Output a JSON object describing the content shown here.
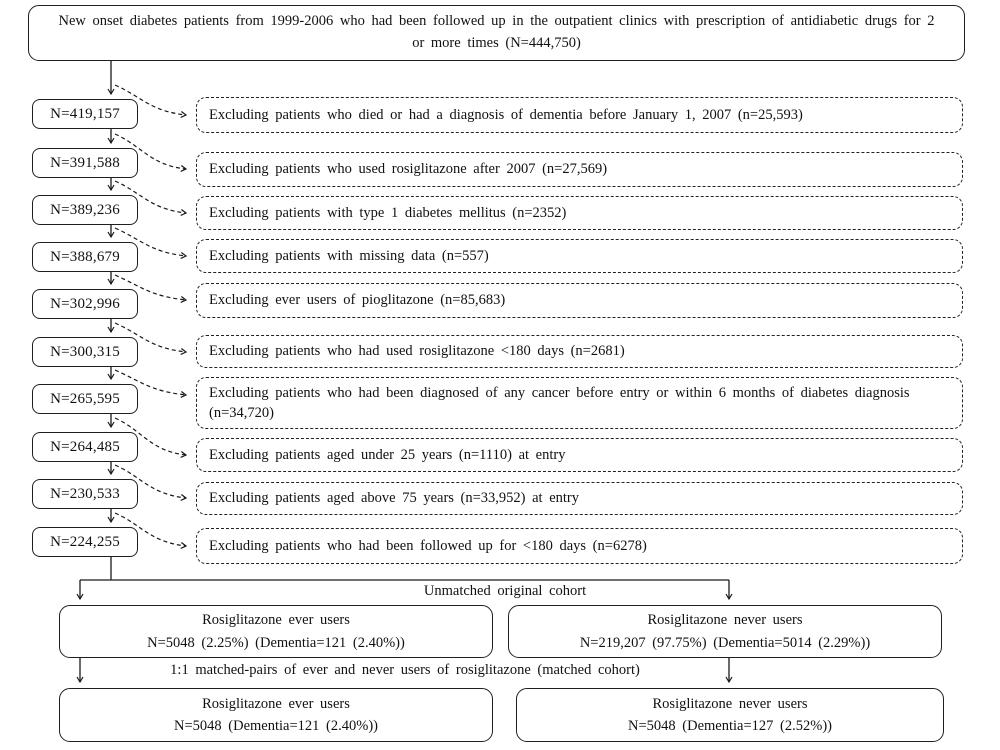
{
  "colors": {
    "line": "#1a1a1a",
    "background": "#ffffff",
    "text": "#111111"
  },
  "source_box": {
    "text": "New onset diabetes patients from 1999-2006 who had been followed up in the outpatient clinics with prescription of antidiabetic drugs for 2 or more times (N=444,750)"
  },
  "rows": [
    {
      "n": "N=419,157",
      "exclusion": "Excluding patients who died or had a diagnosis of dementia before January 1, 2007 (n=25,593)"
    },
    {
      "n": "N=391,588",
      "exclusion": "Excluding patients who used rosiglitazone after 2007 (n=27,569)"
    },
    {
      "n": "N=389,236",
      "exclusion": "Excluding patients with type 1 diabetes mellitus (n=2352)"
    },
    {
      "n": "N=388,679",
      "exclusion": "Excluding patients with missing data (n=557)"
    },
    {
      "n": "N=302,996",
      "exclusion": "Excluding ever users of pioglitazone (n=85,683)"
    },
    {
      "n": "N=300,315",
      "exclusion": "Excluding patients who had used rosiglitazone <180 days (n=2681)"
    },
    {
      "n": "N=265,595",
      "exclusion": "Excluding patients who had been diagnosed of any cancer before entry or within 6 months of diabetes diagnosis (n=34,720)"
    },
    {
      "n": "N=264,485",
      "exclusion": "Excluding patients aged under 25 years (n=1110) at entry"
    },
    {
      "n": "N=230,533",
      "exclusion": "Excluding patients aged above 75 years (n=33,952) at entry"
    },
    {
      "n": "N=224,255",
      "exclusion": "Excluding patients who had been followed up for <180 days (n=6278)"
    }
  ],
  "labels": {
    "unmatched": "Unmatched original cohort",
    "matched": "1:1 matched-pairs of ever and never users of rosiglitazone (matched cohort)"
  },
  "cohorts": {
    "unmatched_ever": {
      "line1": "Rosiglitazone ever users",
      "line2": "N=5048 (2.25%) (Dementia=121  (2.40%))"
    },
    "unmatched_never": {
      "line1": "Rosiglitazone never users",
      "line2": "N=219,207 (97.75%) (Dementia=5014  (2.29%))"
    },
    "matched_ever": {
      "line1": "Rosiglitazone ever users",
      "line2": "N=5048 (Dementia=121  (2.40%))"
    },
    "matched_never": {
      "line1": "Rosiglitazone never users",
      "line2": "N=5048 (Dementia=127  (2.52%))"
    }
  }
}
